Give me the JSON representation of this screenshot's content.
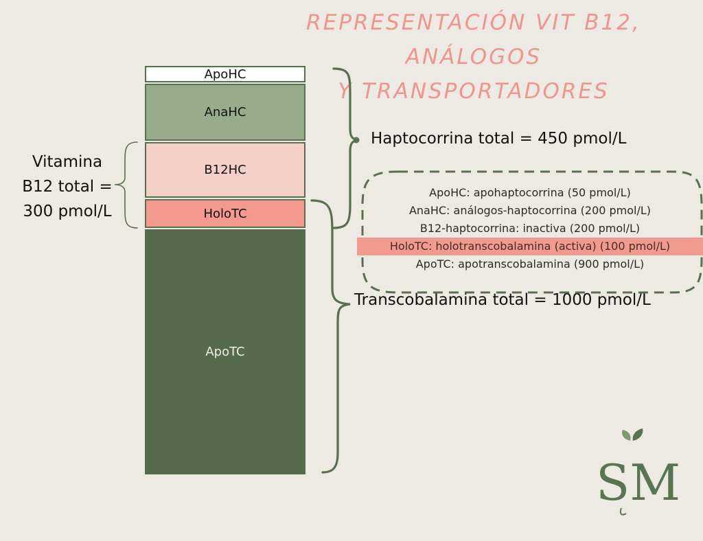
{
  "title": {
    "line1": "REPRESENTACIÓN VIT B12, ANÁLOGOS",
    "line2": "Y TRANSPORTADORES"
  },
  "segments": [
    {
      "label": "ApoHC",
      "pmol_L": 50
    },
    {
      "label": "AnaHC",
      "pmol_L": 200
    },
    {
      "label": "B12HC",
      "pmol_L": 200
    },
    {
      "label": "HoloTC",
      "pmol_L": 100
    },
    {
      "label": "ApoTC",
      "pmol_L": 900
    }
  ],
  "vitamina_total": {
    "line1": "Vitamina",
    "line2": "B12 total =",
    "line3": "300 pmol/L"
  },
  "haptocorrina_total": "Haptocorrina total = 450 pmol/L",
  "transcobalamina_total": "Transcobalamina total = 1000 pmol/L",
  "legend": [
    "ApoHC: apohaptocorrina (50 pmol/L)",
    "AnaHC: análogos-haptocorrina (200 pmol/L)",
    "B12-haptocorrina: inactiva (200 pmol/L)",
    "HoloTC: holotranscobalamina (activa) (100 pmol/L)",
    "ApoTC: apotranscobalamina (900 pmol/L)"
  ],
  "logo": "SM",
  "colors": {
    "dark_green": "#566b4b",
    "light_green": "#98ab8a",
    "pale_pink": "#f4cfc5",
    "salmon": "#f3998f",
    "title_pink": "#f0958c",
    "background": "#ede9e3"
  }
}
